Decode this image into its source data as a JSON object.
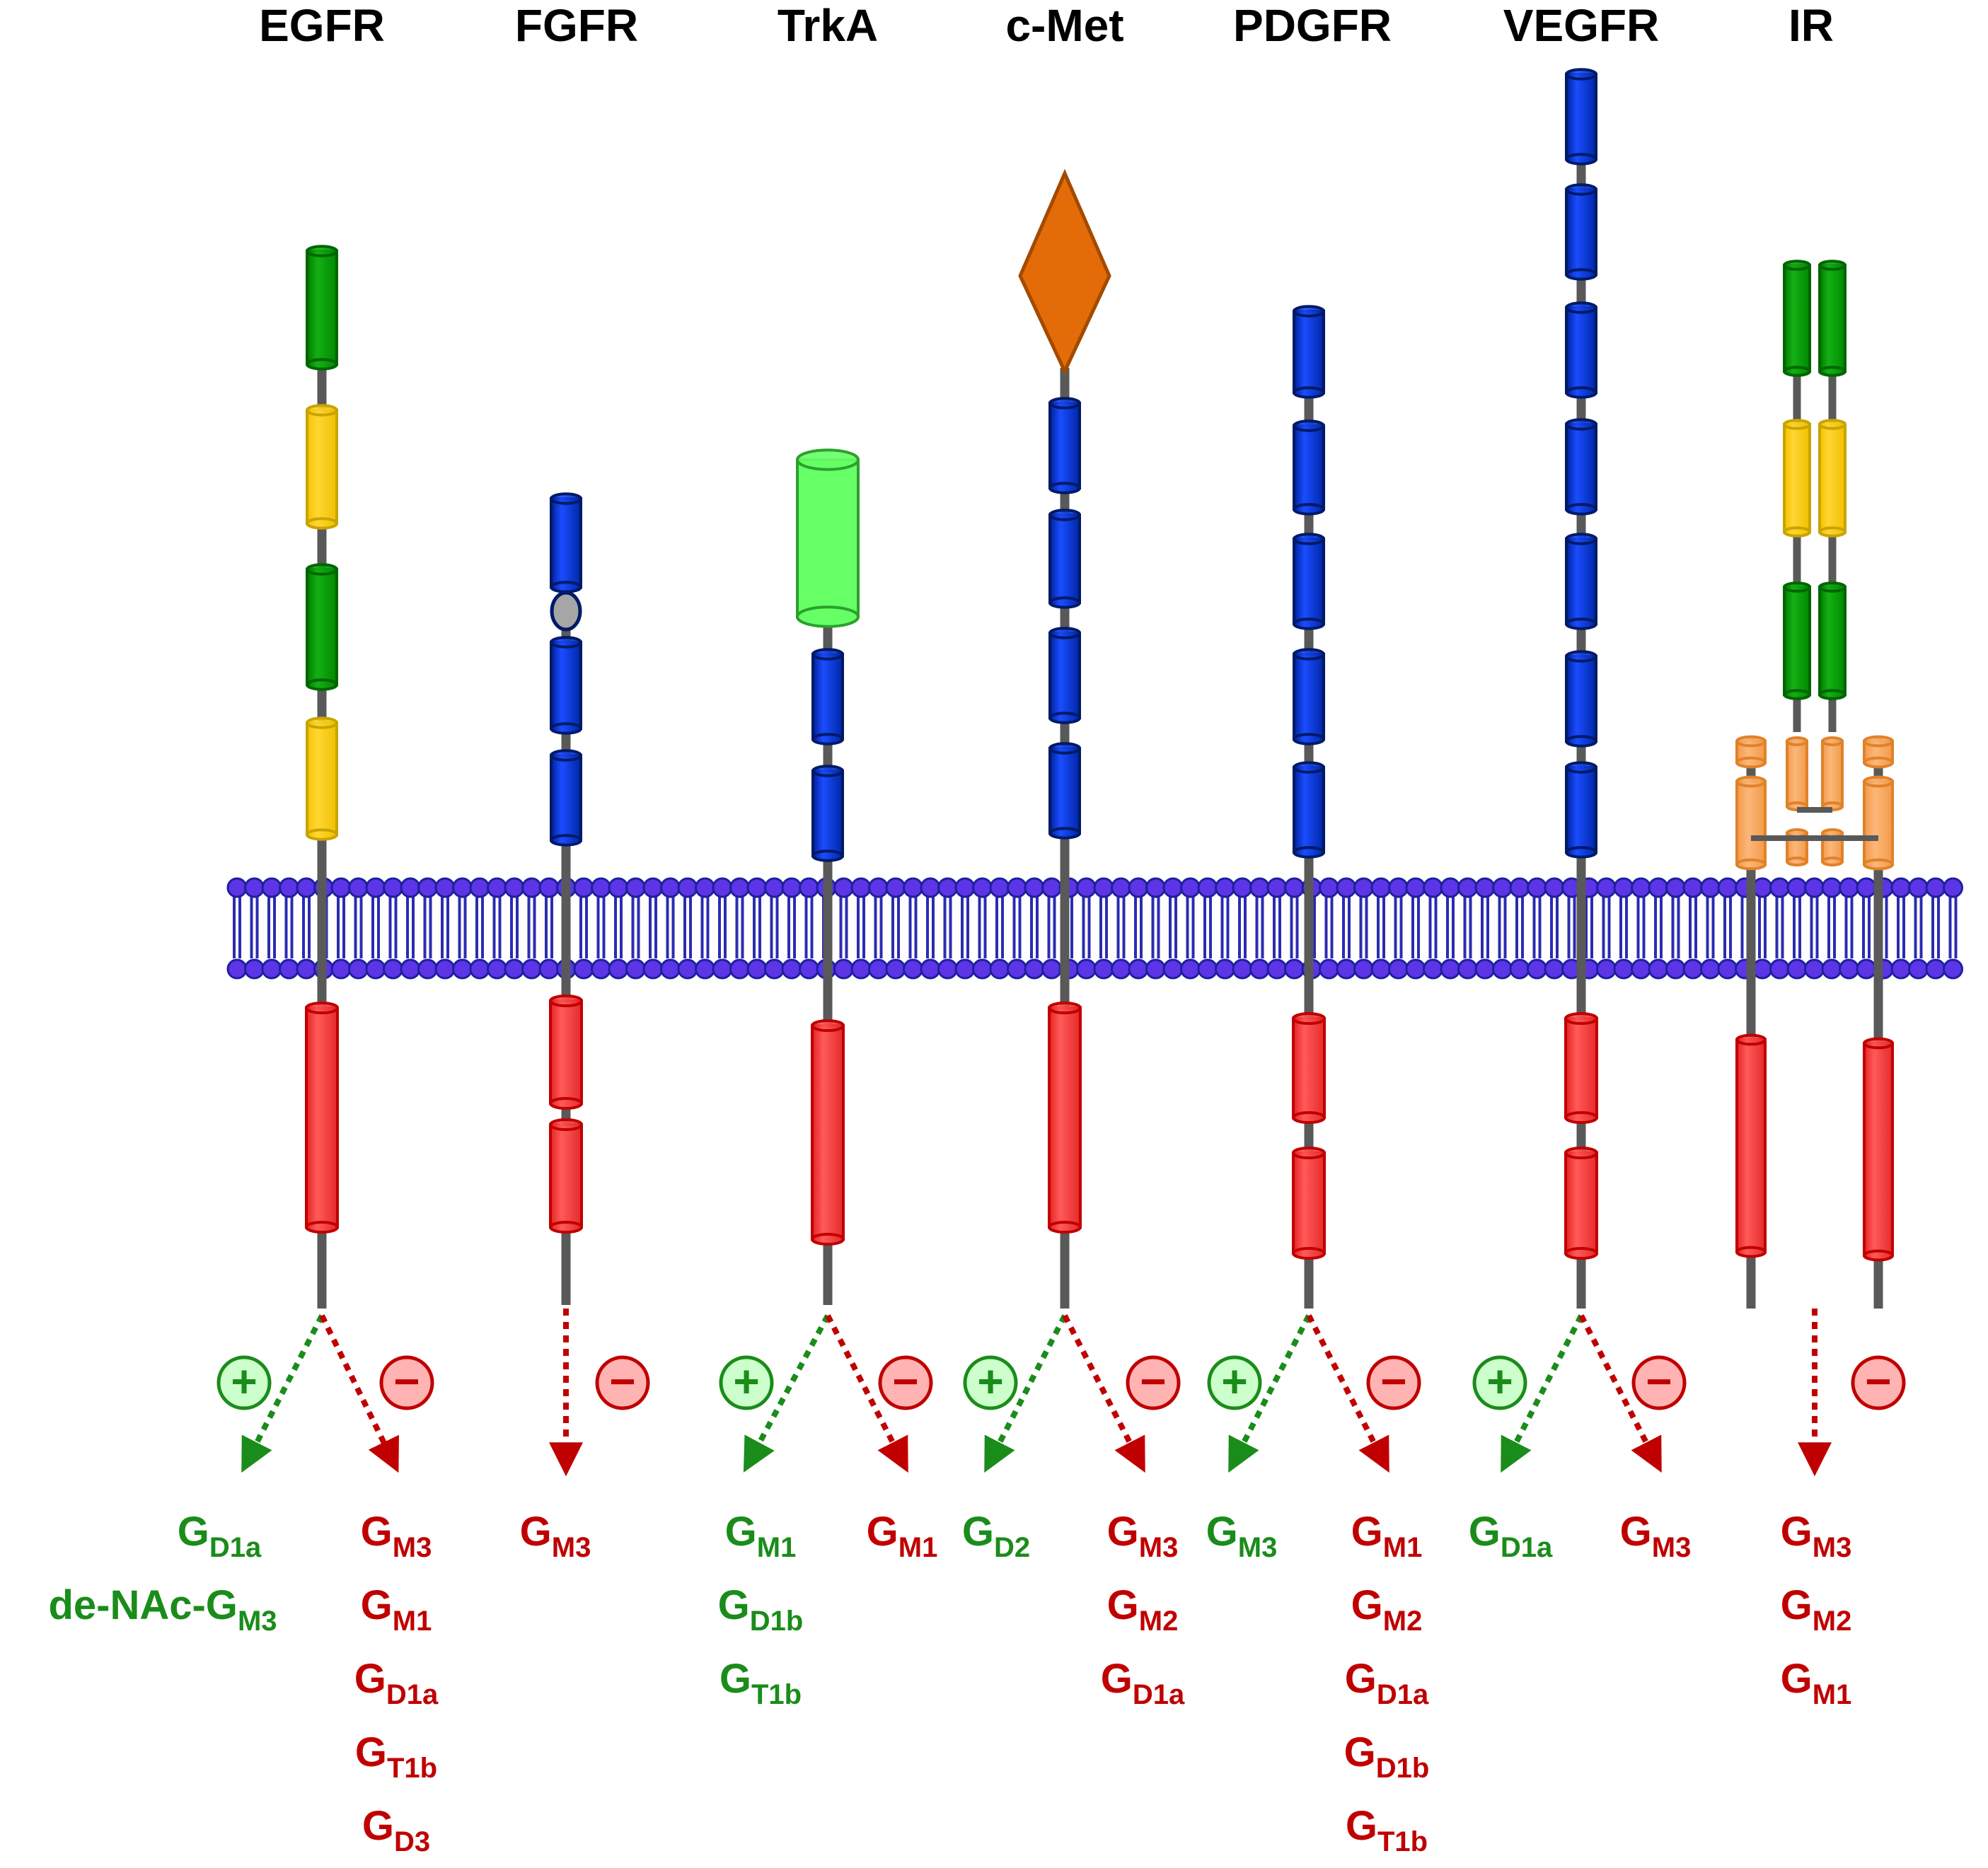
{
  "colors": {
    "background": "#ffffff",
    "backbone": "#595959",
    "ig_domain": "#0033cc",
    "ig_domain_edge": "#001a66",
    "kinase_domain": "#ff4444",
    "kinase_domain_edge": "#c00000",
    "cys_rich_domain": "#ffcc00",
    "cys_rich_edge": "#c9a400",
    "leucine_rich_domain": "#009900",
    "leucine_rich_edge": "#006600",
    "trka_domain": "#66ff66",
    "trka_domain_edge": "#2ca02c",
    "sema_domain": "#e36c09",
    "sema_domain_edge": "#a34a00",
    "fn3_domain": "#f8a65c",
    "fn3_domain_edge": "#e0822a",
    "acid_box": "#a6a6a6",
    "membrane_head": "#5b35e6",
    "membrane_head_edge": "#1f1f9e",
    "membrane_tail": "#2b2bb3",
    "positive": "#1a8c1a",
    "positive_badge_fill": "#ccffcc",
    "negative": "#c00000",
    "negative_badge_fill": "#ffb3b3"
  },
  "symbols": {
    "positive": "+",
    "negative": "−"
  },
  "receptors": [
    {
      "name": "EGFR",
      "domains": [
        "leucine-rich",
        "cysteine-rich",
        "leucine-rich",
        "cysteine-rich",
        "kinase"
      ],
      "positive": [
        [
          {
            "b": "G",
            "s": "D1a"
          }
        ],
        [
          {
            "b": "de-NAc-G",
            "s": "M3"
          }
        ]
      ],
      "negative": [
        [
          {
            "b": "G",
            "s": "M3"
          }
        ],
        [
          {
            "b": "G",
            "s": "M1"
          }
        ],
        [
          {
            "b": "G",
            "s": "D1a"
          }
        ],
        [
          {
            "b": "G",
            "s": "T1b"
          }
        ],
        [
          {
            "b": "G",
            "s": "D3"
          }
        ]
      ]
    },
    {
      "name": "FGFR",
      "domains": [
        "ig",
        "acid-box",
        "ig",
        "ig",
        "kinase",
        "kinase"
      ],
      "positive": [],
      "negative": [
        [
          {
            "b": "G",
            "s": "M3"
          }
        ]
      ]
    },
    {
      "name": "TrkA",
      "domains": [
        "trka-cylinder",
        "ig",
        "ig",
        "kinase"
      ],
      "positive": [
        [
          {
            "b": "G",
            "s": "M1"
          }
        ],
        [
          {
            "b": "G",
            "s": "D1b"
          }
        ],
        [
          {
            "b": "G",
            "s": "T1b"
          }
        ]
      ],
      "negative": [
        [
          {
            "b": "G",
            "s": "M1"
          }
        ]
      ]
    },
    {
      "name": "c-Met",
      "domains": [
        "sema",
        "ig",
        "ig",
        "ig",
        "ig",
        "kinase"
      ],
      "positive": [
        [
          {
            "b": "G",
            "s": "D2"
          }
        ]
      ],
      "negative": [
        [
          {
            "b": "G",
            "s": "M3"
          }
        ],
        [
          {
            "b": "G",
            "s": "M2"
          }
        ],
        [
          {
            "b": "G",
            "s": "D1a"
          }
        ]
      ]
    },
    {
      "name": "PDGFR",
      "domains": [
        "ig",
        "ig",
        "ig",
        "ig",
        "ig",
        "kinase",
        "kinase"
      ],
      "positive": [
        [
          {
            "b": "G",
            "s": "M3"
          }
        ]
      ],
      "negative": [
        [
          {
            "b": "G",
            "s": "M1"
          }
        ],
        [
          {
            "b": "G",
            "s": "M2"
          }
        ],
        [
          {
            "b": "G",
            "s": "D1a"
          }
        ],
        [
          {
            "b": "G",
            "s": "D1b"
          }
        ],
        [
          {
            "b": "G",
            "s": "T1b"
          }
        ]
      ]
    },
    {
      "name": "VEGFR",
      "domains": [
        "ig",
        "ig",
        "ig",
        "ig",
        "ig",
        "ig",
        "ig",
        "kinase",
        "kinase"
      ],
      "positive": [
        [
          {
            "b": "G",
            "s": "D1a"
          }
        ]
      ],
      "negative": [
        [
          {
            "b": "G",
            "s": "M3"
          }
        ]
      ]
    },
    {
      "name": "IR",
      "domains": [
        "leucine-rich",
        "cysteine-rich",
        "leucine-rich",
        "fibronectin-III",
        "kinase"
      ],
      "positive": [],
      "negative": [
        [
          {
            "b": "G",
            "s": "M3"
          }
        ],
        [
          {
            "b": "G",
            "s": "M2"
          }
        ],
        [
          {
            "b": "G",
            "s": "M1"
          }
        ]
      ]
    }
  ]
}
